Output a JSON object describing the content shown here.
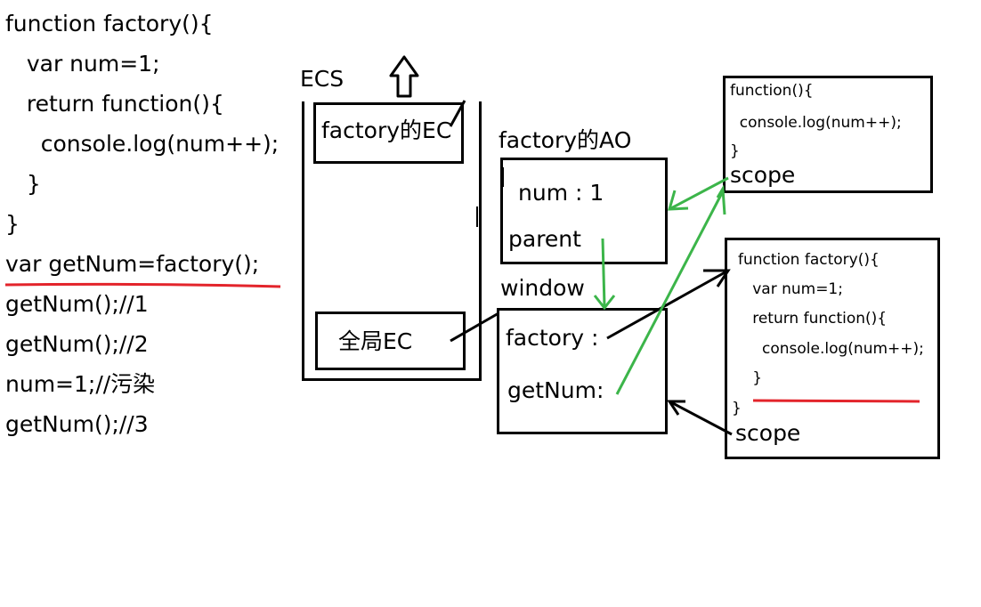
{
  "code": {
    "lines": [
      "function factory(){",
      "   var num=1;",
      "   return function(){",
      "     console.log(num++);",
      "   }",
      "}",
      "var getNum=factory();",
      "getNum();//1",
      "getNum();//2",
      "num=1;//污染",
      "getNum();//3"
    ]
  },
  "ecs": {
    "title": "ECS",
    "factory_ec": "factory的EC",
    "global_ec": "全局EC"
  },
  "ao": {
    "title": "factory的AO",
    "num": "num : 1",
    "parent": "parent"
  },
  "window": {
    "title": "window",
    "factory": "factory :",
    "getNum": "getNum:"
  },
  "inner_fn": {
    "lines": [
      "function(){",
      "  console.log(num++);",
      "}"
    ],
    "scope": "scope"
  },
  "factory_fn": {
    "lines": [
      "function factory(){",
      "   var num=1;",
      "   return function(){",
      "     console.log(num++);",
      "   }",
      "}"
    ],
    "scope": "scope"
  },
  "colors": {
    "red": "#e3242b",
    "green": "#3cb54a",
    "black": "#000000"
  }
}
